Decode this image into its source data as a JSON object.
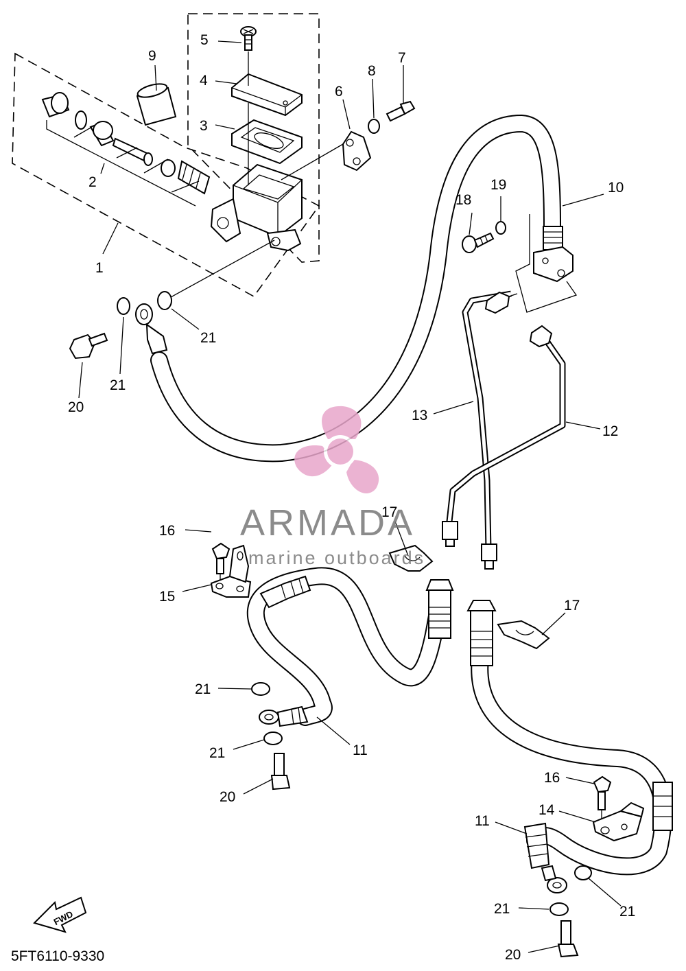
{
  "callouts": [
    {
      "id": "c1",
      "text": "1"
    },
    {
      "id": "c2",
      "text": "2"
    },
    {
      "id": "c3",
      "text": "3"
    },
    {
      "id": "c4",
      "text": "4"
    },
    {
      "id": "c5",
      "text": "5"
    },
    {
      "id": "c6",
      "text": "6"
    },
    {
      "id": "c7",
      "text": "7"
    },
    {
      "id": "c8",
      "text": "8"
    },
    {
      "id": "c9",
      "text": "9"
    },
    {
      "id": "c10",
      "text": "10"
    },
    {
      "id": "c11a",
      "text": "11"
    },
    {
      "id": "c11b",
      "text": "11"
    },
    {
      "id": "c12",
      "text": "12"
    },
    {
      "id": "c13",
      "text": "13"
    },
    {
      "id": "c14",
      "text": "14"
    },
    {
      "id": "c15",
      "text": "15"
    },
    {
      "id": "c16a",
      "text": "16"
    },
    {
      "id": "c16b",
      "text": "16"
    },
    {
      "id": "c17a",
      "text": "17"
    },
    {
      "id": "c17b",
      "text": "17"
    },
    {
      "id": "c18",
      "text": "18"
    },
    {
      "id": "c19",
      "text": "19"
    },
    {
      "id": "c20a",
      "text": "20"
    },
    {
      "id": "c20b",
      "text": "20"
    },
    {
      "id": "c20c",
      "text": "20"
    },
    {
      "id": "c21a",
      "text": "21"
    },
    {
      "id": "c21b",
      "text": "21"
    },
    {
      "id": "c21c",
      "text": "21"
    },
    {
      "id": "c21d",
      "text": "21"
    },
    {
      "id": "c21e",
      "text": "21"
    },
    {
      "id": "c21f",
      "text": "21"
    }
  ],
  "footer": {
    "code": "5FT6110-9330"
  },
  "fwd_arrow": {
    "text": "FWD"
  },
  "watermark": {
    "brand": "ARMADA",
    "tagline": "marine outboards",
    "colors": {
      "logo": "#e8a6cb",
      "text": "#777777"
    }
  }
}
